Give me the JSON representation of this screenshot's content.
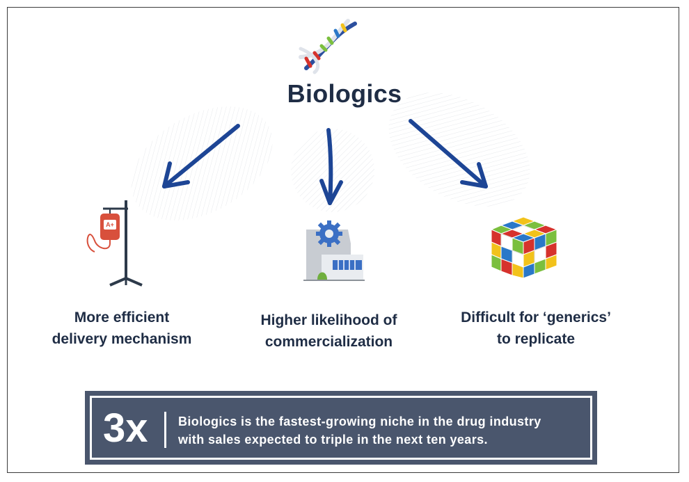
{
  "title": "Biologics",
  "benefits": [
    {
      "label": "More efficient\ndelivery mechanism"
    },
    {
      "label": "Higher likelihood of\ncommercialization"
    },
    {
      "label": "Difficult for ‘generics’\nto replicate"
    }
  ],
  "banner": {
    "stat": "3x",
    "text": "Biologics is the fastest-growing niche in the drug industry\nwith sales expected to triple in the next ten years."
  },
  "iv_bag_label": "A+",
  "colors": {
    "navy_text": "#1f2d45",
    "arrow_blue": "#1d4595",
    "banner_bg": "#4a566d",
    "iv_red": "#d8503c",
    "cube_red": "#d6322c",
    "cube_green": "#7bbf3e",
    "cube_blue": "#2a78c8",
    "cube_yellow": "#f2c21b"
  }
}
